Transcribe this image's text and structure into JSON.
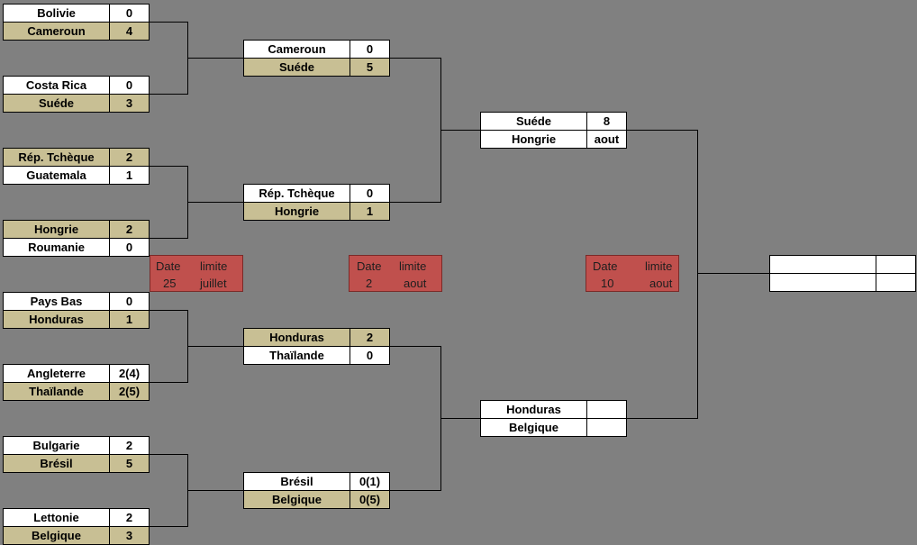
{
  "round1": [
    {
      "name": "Bolivie",
      "score": "0",
      "winner": false
    },
    {
      "name": "Cameroun",
      "score": "4",
      "winner": true
    },
    {
      "name": "Costa Rica",
      "score": "0",
      "winner": false
    },
    {
      "name": "Suéde",
      "score": "3",
      "winner": true
    },
    {
      "name": "Rép. Tchèque",
      "score": "2",
      "winner": true
    },
    {
      "name": "Guatemala",
      "score": "1",
      "winner": false
    },
    {
      "name": "Hongrie",
      "score": "2",
      "winner": true
    },
    {
      "name": "Roumanie",
      "score": "0",
      "winner": false
    },
    {
      "name": "Pays Bas",
      "score": "0",
      "winner": false
    },
    {
      "name": "Honduras",
      "score": "1",
      "winner": true
    },
    {
      "name": "Angleterre",
      "score": "2(4)",
      "winner": false
    },
    {
      "name": "Thaïlande",
      "score": "2(5)",
      "winner": true
    },
    {
      "name": "Bulgarie",
      "score": "2",
      "winner": false
    },
    {
      "name": "Brésil",
      "score": "5",
      "winner": true
    },
    {
      "name": "Lettonie",
      "score": "2",
      "winner": false
    },
    {
      "name": "Belgique",
      "score": "3",
      "winner": true
    }
  ],
  "round2": [
    {
      "name": "Cameroun",
      "score": "0",
      "winner": false
    },
    {
      "name": "Suéde",
      "score": "5",
      "winner": true
    },
    {
      "name": "Rép. Tchèque",
      "score": "0",
      "winner": false
    },
    {
      "name": "Hongrie",
      "score": "1",
      "winner": true
    },
    {
      "name": "Honduras",
      "score": "2",
      "winner": true
    },
    {
      "name": "Thaïlande",
      "score": "0",
      "winner": false
    },
    {
      "name": "Brésil",
      "score": "0(1)",
      "winner": false
    },
    {
      "name": "Belgique",
      "score": "0(5)",
      "winner": true
    }
  ],
  "round3": [
    {
      "name": "Suéde",
      "score": "8",
      "winner": false
    },
    {
      "name": "Hongrie",
      "score": "aout",
      "winner": false
    },
    {
      "name": "Honduras",
      "score": "",
      "winner": false
    },
    {
      "name": "Belgique",
      "score": "",
      "winner": false
    }
  ],
  "final": [
    {
      "name": "",
      "score": "",
      "winner": false
    },
    {
      "name": "",
      "score": "",
      "winner": false
    }
  ],
  "deadlines": [
    {
      "label1": "Date",
      "label2": "limite",
      "day": "25",
      "month": "juillet"
    },
    {
      "label1": "Date",
      "label2": "limite",
      "day": "2",
      "month": "aout"
    },
    {
      "label1": "Date",
      "label2": "limite",
      "day": "10",
      "month": "aout"
    }
  ],
  "colors": {
    "background": "#808080",
    "winner": "#c8bf94",
    "loser": "#ffffff",
    "deadline": "#c0504d"
  }
}
